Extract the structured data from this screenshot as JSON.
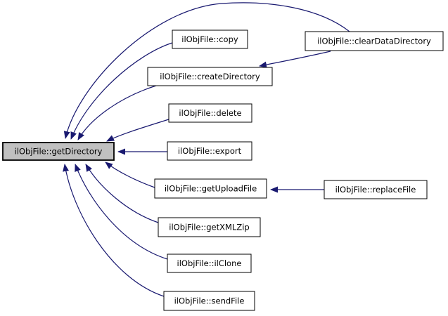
{
  "diagram": {
    "type": "caller-graph",
    "highlighted_node": "ilObjFile::getDirectory",
    "colors": {
      "background": "#ffffff",
      "edge": "#191970",
      "node_fill": "#ffffff",
      "node_border": "#000000",
      "highlight_fill": "#c0c0c0"
    },
    "nodes": [
      {
        "id": "getDirectory",
        "label": "ilObjFile::getDirectory",
        "highlighted": true
      },
      {
        "id": "copy",
        "label": "ilObjFile::copy",
        "highlighted": false
      },
      {
        "id": "clearDataDirectory",
        "label": "ilObjFile::clearDataDirectory",
        "highlighted": false
      },
      {
        "id": "createDirectory",
        "label": "ilObjFile::createDirectory",
        "highlighted": false
      },
      {
        "id": "delete",
        "label": "ilObjFile::delete",
        "highlighted": false
      },
      {
        "id": "export",
        "label": "ilObjFile::export",
        "highlighted": false
      },
      {
        "id": "getUploadFile",
        "label": "ilObjFile::getUploadFile",
        "highlighted": false
      },
      {
        "id": "replaceFile",
        "label": "ilObjFile::replaceFile",
        "highlighted": false
      },
      {
        "id": "getXMLZip",
        "label": "ilObjFile::getXMLZip",
        "highlighted": false
      },
      {
        "id": "ilClone",
        "label": "ilObjFile::ilClone",
        "highlighted": false
      },
      {
        "id": "sendFile",
        "label": "ilObjFile::sendFile",
        "highlighted": false
      }
    ],
    "edges": [
      {
        "from": "copy",
        "to": "getDirectory"
      },
      {
        "from": "clearDataDirectory",
        "to": "getDirectory"
      },
      {
        "from": "clearDataDirectory",
        "to": "createDirectory"
      },
      {
        "from": "createDirectory",
        "to": "getDirectory"
      },
      {
        "from": "delete",
        "to": "getDirectory"
      },
      {
        "from": "export",
        "to": "getDirectory"
      },
      {
        "from": "getUploadFile",
        "to": "getDirectory"
      },
      {
        "from": "replaceFile",
        "to": "getUploadFile"
      },
      {
        "from": "getXMLZip",
        "to": "getDirectory"
      },
      {
        "from": "ilClone",
        "to": "getDirectory"
      },
      {
        "from": "sendFile",
        "to": "getDirectory"
      }
    ]
  }
}
